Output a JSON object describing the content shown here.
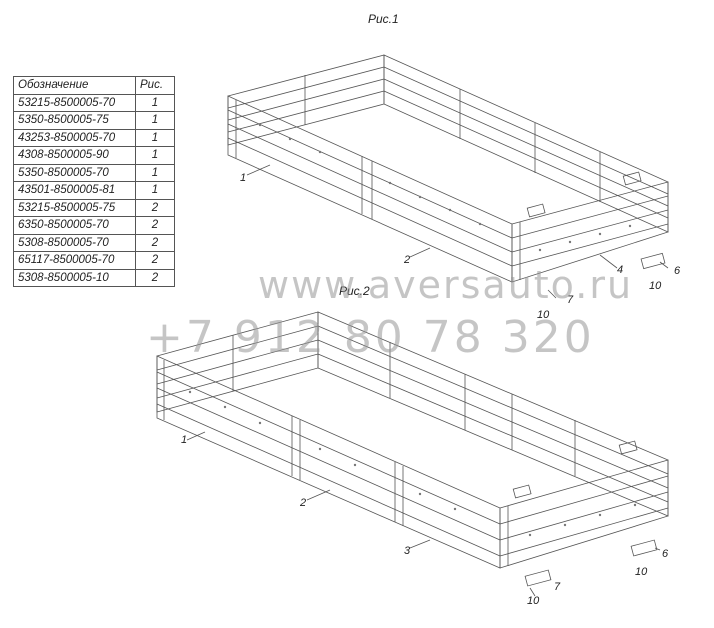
{
  "figures": {
    "fig1": {
      "title": "Рис.1"
    },
    "fig2": {
      "title": "Рис.2"
    }
  },
  "parts_table": {
    "headers": {
      "designation": "Обозначение",
      "figure": "Рис."
    },
    "rows": [
      {
        "designation": "53215-8500005-70",
        "figure": "1"
      },
      {
        "designation": "5350-8500005-75",
        "figure": "1"
      },
      {
        "designation": "43253-8500005-70",
        "figure": "1"
      },
      {
        "designation": "4308-8500005-90",
        "figure": "1"
      },
      {
        "designation": "5350-8500005-70",
        "figure": "1"
      },
      {
        "designation": "43501-8500005-81",
        "figure": "1"
      },
      {
        "designation": "53215-8500005-75",
        "figure": "2"
      },
      {
        "designation": "6350-8500005-70",
        "figure": "2"
      },
      {
        "designation": "5308-8500005-70",
        "figure": "2"
      },
      {
        "designation": "65117-8500005-70",
        "figure": "2"
      },
      {
        "designation": "5308-8500005-10",
        "figure": "2"
      }
    ]
  },
  "callouts": {
    "fig1": [
      "1",
      "2",
      "4",
      "6",
      "10",
      "7",
      "10"
    ],
    "fig2": [
      "1",
      "2",
      "3",
      "6",
      "10",
      "7",
      "10"
    ]
  },
  "watermark": {
    "site": "www.aversauto.ru",
    "phone": "+7 912 80 78 320"
  }
}
